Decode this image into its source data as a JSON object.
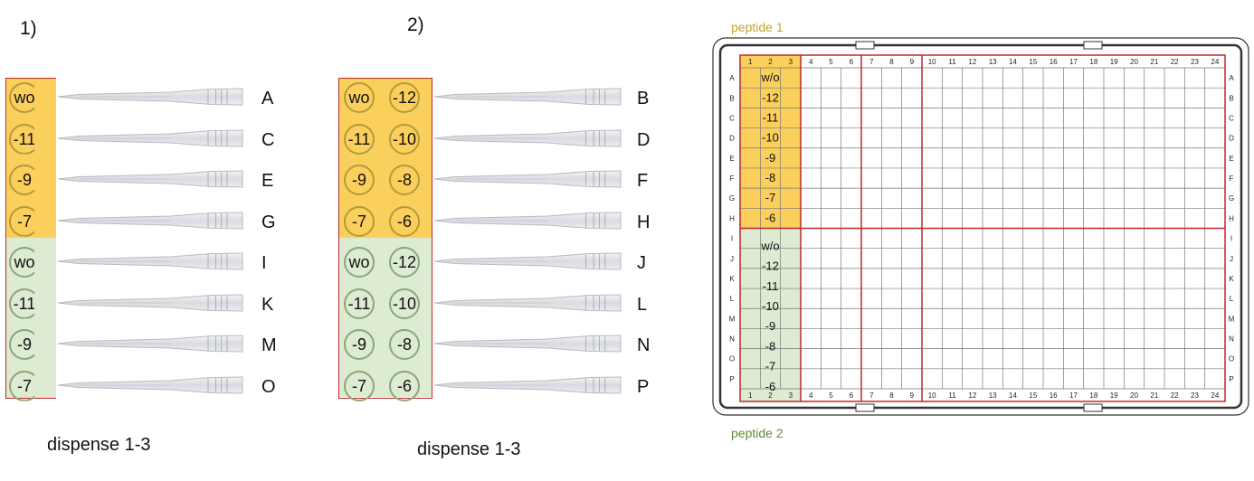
{
  "panel1": {
    "number": "1)",
    "caption": "dispense 1-3",
    "rows": [
      {
        "well": "wo",
        "tip": "A",
        "color": "yellow"
      },
      {
        "well": "-11",
        "tip": "C",
        "color": "yellow"
      },
      {
        "well": "-9",
        "tip": "E",
        "color": "yellow"
      },
      {
        "well": "-7",
        "tip": "G",
        "color": "yellow"
      },
      {
        "well": "wo",
        "tip": "I",
        "color": "green"
      },
      {
        "well": "-11",
        "tip": "K",
        "color": "green"
      },
      {
        "well": "-9",
        "tip": "M",
        "color": "green"
      },
      {
        "well": "-7",
        "tip": "O",
        "color": "green"
      }
    ]
  },
  "panel2": {
    "number": "2)",
    "caption": "dispense 1-3",
    "rows": [
      {
        "well1": "wo",
        "well2": "-12",
        "tip": "B",
        "color": "yellow"
      },
      {
        "well1": "-11",
        "well2": "-10",
        "tip": "D",
        "color": "yellow"
      },
      {
        "well1": "-9",
        "well2": "-8",
        "tip": "F",
        "color": "yellow"
      },
      {
        "well1": "-7",
        "well2": "-6",
        "tip": "H",
        "color": "yellow"
      },
      {
        "well1": "wo",
        "well2": "-12",
        "tip": "J",
        "color": "green"
      },
      {
        "well1": "-11",
        "well2": "-10",
        "tip": "L",
        "color": "green"
      },
      {
        "well1": "-9",
        "well2": "-8",
        "tip": "N",
        "color": "green"
      },
      {
        "well1": "-7",
        "well2": "-6",
        "tip": "P",
        "color": "green"
      }
    ]
  },
  "plate": {
    "label_top": "peptide 1",
    "label_bottom": "peptide 2",
    "row_letters": [
      "A",
      "B",
      "C",
      "D",
      "E",
      "F",
      "G",
      "H",
      "I",
      "J",
      "K",
      "L",
      "M",
      "N",
      "O",
      "P"
    ],
    "column_numbers": [
      "1",
      "2",
      "3",
      "4",
      "5",
      "6",
      "7",
      "8",
      "9",
      "10",
      "11",
      "12",
      "13",
      "14",
      "15",
      "16",
      "17",
      "18",
      "19",
      "20",
      "21",
      "22",
      "23",
      "24"
    ],
    "peptide1_concentrations": [
      "w/o",
      "-12",
      "-11",
      "-10",
      "-9",
      "-8",
      "-7",
      "-6"
    ],
    "peptide2_concentrations": [
      "w/o",
      "-12",
      "-11",
      "-10",
      "-9",
      "-8",
      "-7",
      "-6"
    ]
  },
  "colors": {
    "yellow_fill": "#fbcf5b",
    "green_fill": "#dcebd2",
    "red_line": "#c0292b",
    "peptide1_label": "#c9a227",
    "peptide2_label": "#5f8a3a"
  }
}
